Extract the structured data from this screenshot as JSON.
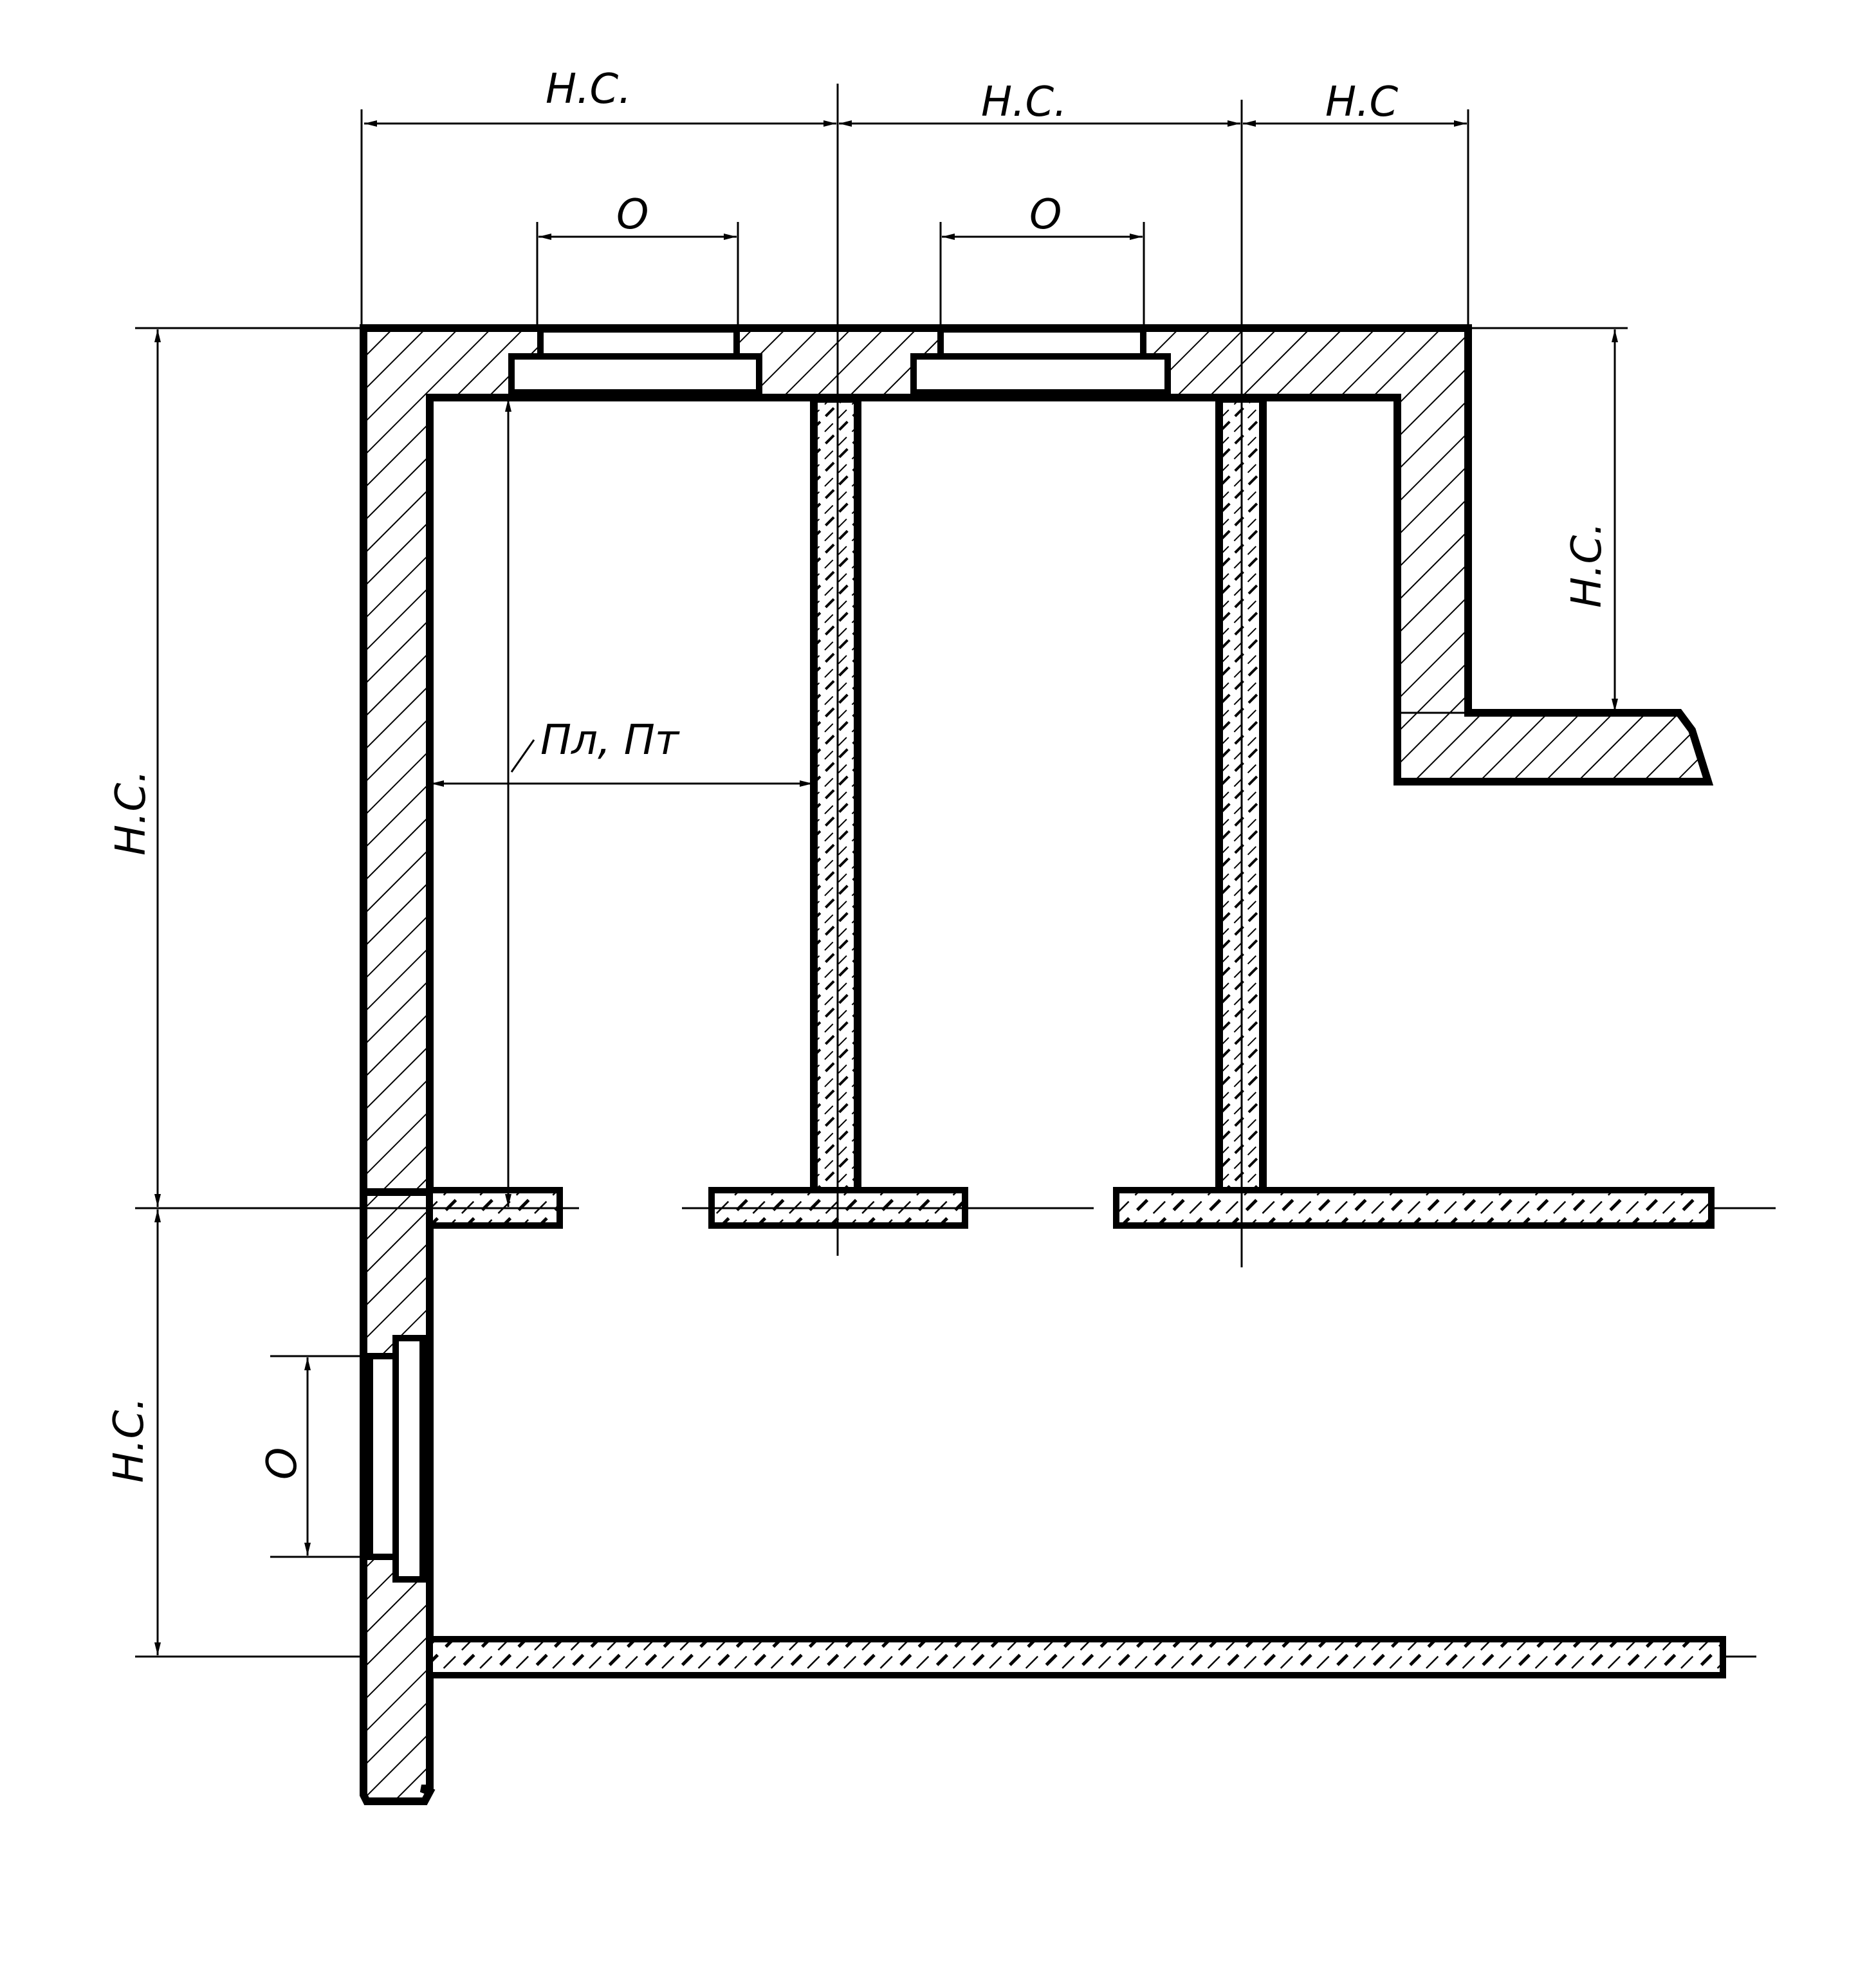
{
  "labels": {
    "top_dim_1": "H.C.",
    "top_dim_2": "H.C.",
    "top_dim_3": "H.C",
    "opening_dim_1": "O",
    "opening_dim_2": "O",
    "right_dim": "H.C.",
    "left_dim_upper": "H.C.",
    "left_dim_lower": "H.C.",
    "left_opening_dim": "O",
    "interior_dim": "Пл, Пт"
  }
}
